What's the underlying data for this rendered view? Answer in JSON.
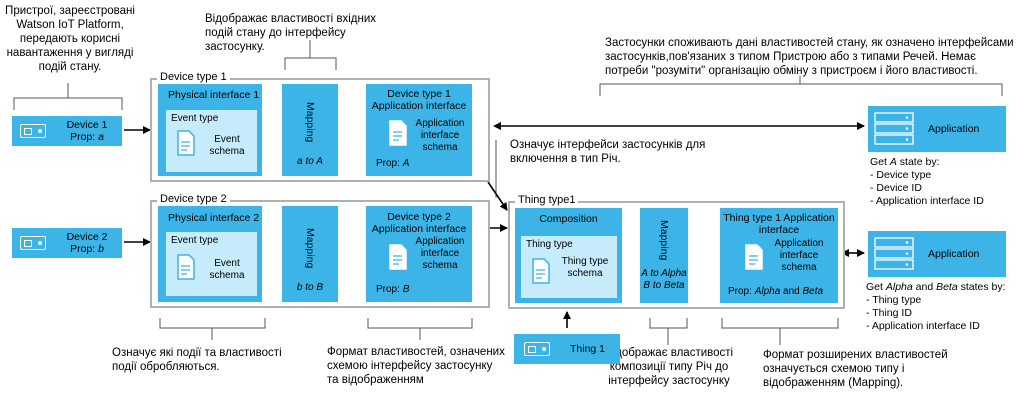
{
  "notes": {
    "n1": "Пристрої, зареєстровані Watson IoT Platform, передають корисні навантаження у вигляді подій стану.",
    "n2": "Відображає властивості вхідних подій стану до інтерфейсу застосунку.",
    "n3": "Застосунки споживають дані властивостей стану, як означено інтерфейсами застосунків,пов'язаних з типом Пристрою або з типами Речей. Немає потреби \"розуміти\" організацію обміну з пристроєм і його властивості.",
    "n4": "Означує інтерфейси застосунків для включення в тип Річ.",
    "n5": "Означує які події та властивості події обробляються.",
    "n6": "Формат властивостей, означених схемою інтерфейсу застосунку та відображенням",
    "n7": "Відображає властивості композиції типу Річ до інтерфейсу застосунку",
    "n8": "Формат розширених властивостей означується схемою типу і відображенням (Mapping)."
  },
  "device1": {
    "name": "Device 1",
    "prop_label": "Prop:",
    "prop_value": "a"
  },
  "device2": {
    "name": "Device 2",
    "prop_label": "Prop:",
    "prop_value": "b"
  },
  "thing1": {
    "name": "Thing 1"
  },
  "dt1": {
    "title": "Device type 1",
    "pi_title": "Physical interface 1",
    "event_type": "Event type",
    "event_schema": "Event schema",
    "mapping": "Mapping",
    "mapping_expr": "a to A",
    "ai_title": "Device type 1 Application interface",
    "ai_schema": "Application interface schema",
    "prop_label": "Prop:",
    "prop_value": "A"
  },
  "dt2": {
    "title": "Device type 2",
    "pi_title": "Physical interface 2",
    "event_type": "Event type",
    "event_schema": "Event schema",
    "mapping": "Mapping",
    "mapping_expr": "b to B",
    "ai_title": "Device type 2 Application interface",
    "ai_schema": "Application interface schema",
    "prop_label": "Prop:",
    "prop_value": "B"
  },
  "tt": {
    "title": "Thing type1",
    "comp_title": "Composition",
    "thing_type": "Thing type",
    "thing_schema": "Thing type schema",
    "mapping": "Mapping",
    "map1": "A to Alpha",
    "map2": "B to Beta",
    "ai_title": "Thing type 1 Application interface",
    "ai_schema": "Application interface schema",
    "prop_label": "Prop:",
    "alpha": "Alpha",
    "and": "and",
    "beta": "Beta"
  },
  "app1": {
    "label": "Application",
    "get_prefix": "Get",
    "get_var": "A",
    "get_suffix": "state by:",
    "items": [
      "- Device type",
      "- Device ID",
      "- Application interface ID"
    ]
  },
  "app2": {
    "label": "Application",
    "get_prefix": "Get",
    "get_var1": "Alpha",
    "get_and": "and",
    "get_var2": "Beta",
    "get_suffix": "states by:",
    "items": [
      "- Thing type",
      "- Thing ID",
      "- Application interface ID"
    ]
  },
  "colors": {
    "blue": "#3cb4e7",
    "light_blue": "#c6ecfb",
    "frame": "#b0b0b0"
  }
}
